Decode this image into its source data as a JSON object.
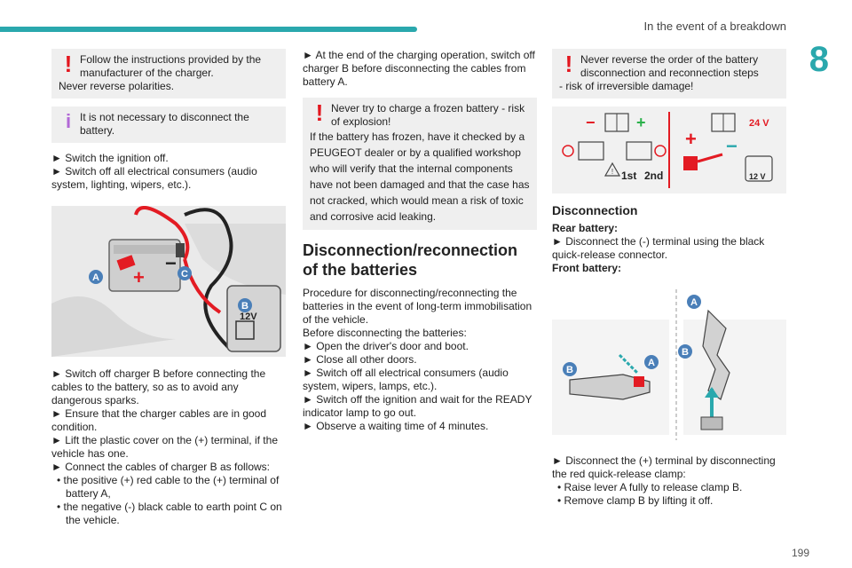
{
  "header": {
    "title": "In the event of a breakdown",
    "chapter": "8",
    "page": "199"
  },
  "col1": {
    "warn1": {
      "line1": "Follow the instructions provided by the manufacturer of the charger.",
      "line2": "Never reverse polarities."
    },
    "info1": "It is not necessary to disconnect the battery.",
    "steps1": [
      "► Switch the ignition off.",
      "► Switch off all electrical consumers (audio system, lighting, wipers, etc.)."
    ],
    "figure_labels": {
      "a": "A",
      "b": "B",
      "c": "C",
      "v12": "12V",
      "plus": "+",
      "minus": "−"
    },
    "steps2": [
      "► Switch off charger B before connecting the cables to the battery, so as to avoid any dangerous sparks.",
      "► Ensure that the charger cables are in good condition.",
      "► Lift the plastic cover on the (+) terminal, if the vehicle has one.",
      "► Connect the cables of charger B as follows:"
    ],
    "subs": [
      "• the positive (+) red cable to the (+) terminal of battery A,",
      "• the negative (-) black cable to earth point C on the vehicle."
    ]
  },
  "col2": {
    "step_end": "► At the end of the charging operation, switch off charger B before disconnecting the cables from battery A.",
    "warn2": {
      "line1": "Never try to charge a frozen battery - risk of explosion!",
      "line2": "If the battery has frozen, have it checked by a PEUGEOT dealer or by a qualified workshop who will verify that the internal components have not been damaged and that the case has not cracked, which would mean a risk of toxic and corrosive acid leaking."
    },
    "heading": "Disconnection/reconnection of the batteries",
    "intro": "Procedure for disconnecting/reconnecting the batteries in the event of long-term immobilisation of the vehicle.",
    "before": "Before disconnecting the batteries:",
    "steps": [
      "► Open the driver's door and boot.",
      "► Close all other doors.",
      "► Switch off all electrical consumers (audio system, wipers, lamps, etc.).",
      "► Switch off the ignition and wait for the READY indicator lamp to go out.",
      "► Observe a waiting time of 4 minutes."
    ]
  },
  "col3": {
    "warn3": {
      "line1": "Never reverse the order of the battery disconnection and reconnection steps",
      "line2": "- risk of irreversible damage!"
    },
    "fig2": {
      "first": "1st",
      "second": "2nd",
      "v24": "24 V",
      "v12": "12 V",
      "plus": "+",
      "minus": "−"
    },
    "heading": "Disconnection",
    "rear": "Rear battery:",
    "rear_step": "► Disconnect the (-) terminal using the black quick-release connector.",
    "front": "Front battery:",
    "fig3": {
      "a": "A",
      "b": "B"
    },
    "front_step": "► Disconnect the (+) terminal by disconnecting the red quick-release clamp:",
    "subs": [
      "• Raise lever A fully to release clamp B.",
      "• Remove clamp B by lifting it off."
    ]
  },
  "colors": {
    "accent": "#2aa8ad",
    "warning": "#e3161e",
    "info": "#b268d6",
    "label_circle": "#4a7fb8"
  }
}
